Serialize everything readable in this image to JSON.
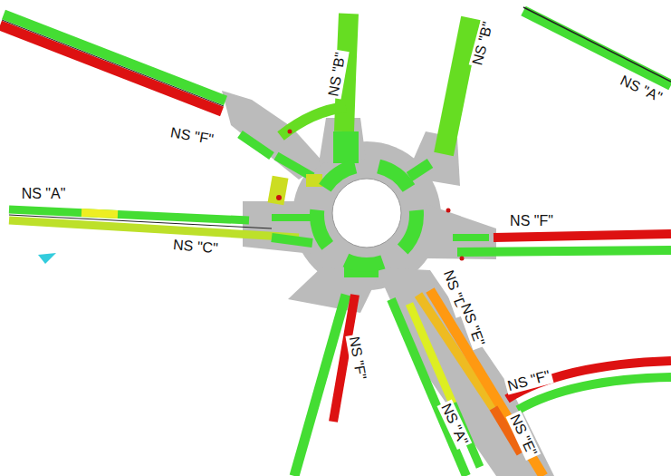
{
  "diagram": {
    "labels": [
      "NS \"B\"",
      "NS \"B\"",
      "NS \"A\"",
      "NS \"F\"",
      "NS \"A\"",
      "NS \"C\"",
      "NS \"F\"",
      "NS \"D\"",
      "NS \"E\"",
      "NS \"F\"",
      "NS \"F\"",
      "NS \"A\"",
      "NS \"E\""
    ]
  }
}
